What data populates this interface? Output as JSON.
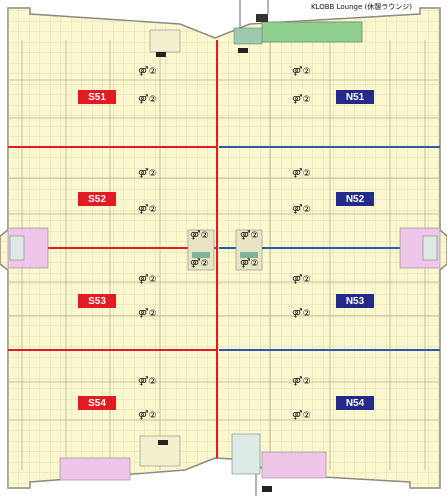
{
  "colors": {
    "floor": "#fbf8d0",
    "grid": "#b9b58a",
    "wall": "#8a8a80",
    "south_line": "#e21a22",
    "north_line": "#2f59a8",
    "lounge": "#8fd08f",
    "pink_area": "#efc6ea",
    "s_label_bg": "#e21a22",
    "n_label_bg": "#232a8a"
  },
  "lounge_label": "KLOBB Lounge (休憩ラウンジ)",
  "halls": {
    "south": [
      "S51",
      "S52",
      "S53",
      "S54"
    ],
    "north": [
      "N51",
      "N52",
      "N53",
      "N54"
    ]
  },
  "facility_icons": [
    "restroom-icon",
    "elevator-icon",
    "number-2-icon",
    "stairs-icon",
    "column-icon"
  ],
  "restroom_marker": "⚤②"
}
